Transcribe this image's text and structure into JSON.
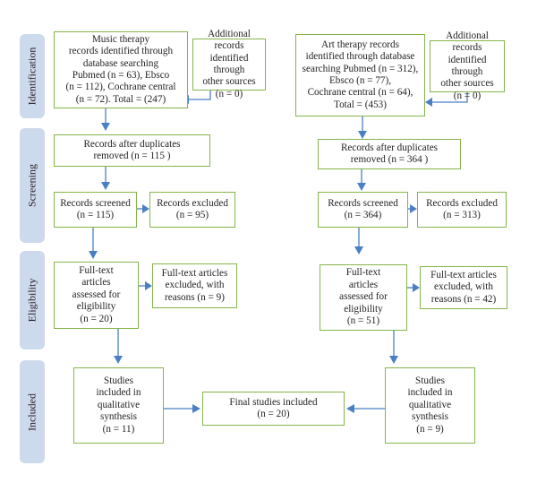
{
  "phases": {
    "identification": "Identification",
    "screening": "Screening",
    "eligibility": "Eligibility",
    "included": "Included"
  },
  "music": {
    "identified": "Music therapy\nrecords identified through\ndatabase searching\nPubmed (n = 63), Ebsco\n(n = 112), Cochrane central\n(n = 72). Total = (247)",
    "additional": "Additional records\nidentified through\nother sources\n(n = 0)",
    "after_duplicates": "Records after duplicates\nremoved (n = 115 )",
    "screened": "Records screened\n(n = 115)",
    "excluded": "Records excluded\n(n = 95)",
    "fulltext": "Full-text\narticles\nassessed for\neligibility\n(n = 20)",
    "fulltext_excluded": "Full-text articles\nexcluded, with\nreasons (n = 9)",
    "included": "Studies\nincluded in\nqualitative\nsynthesis\n(n = 11)"
  },
  "art": {
    "identified": "Art therapy records\nidentified through database\nsearching Pubmed (n = 312),\nEbsco (n = 77),\nCochrane central (n = 64),\nTotal = (453)",
    "additional": "Additional records\nidentified through\nother sources\n(n = 0)",
    "after_duplicates": "Records after duplicates\nremoved (n = 364 )",
    "screened": "Records screened\n(n = 364)",
    "excluded": "Records excluded\n(n = 313)",
    "fulltext": "Full-text\narticles\nassessed for\neligibility\n(n = 51)",
    "fulltext_excluded": "Full-text articles\nexcluded, with\nreasons (n = 42)",
    "included": "Studies\nincluded in\nqualitative\nsynthesis\n(n = 9)"
  },
  "final": "Final studies included\n(n = 20)",
  "colors": {
    "box_border": "#86b44b",
    "arrow": "#4a7fc3",
    "phase_fill": "#cdd9ec"
  }
}
